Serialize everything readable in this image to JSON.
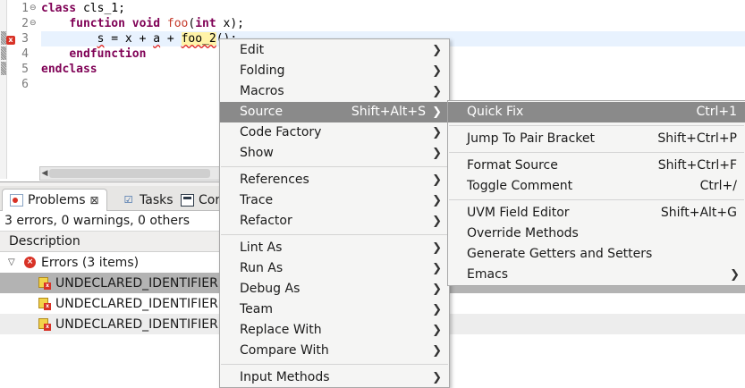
{
  "editor": {
    "line_numbers": [
      "1",
      "2",
      "3",
      "4",
      "5",
      "6"
    ],
    "lines": [
      [
        {
          "t": "class",
          "c": "kw"
        },
        {
          "t": " cls_1;",
          "c": ""
        }
      ],
      [
        {
          "t": "    ",
          "c": ""
        },
        {
          "t": "function",
          "c": "kw"
        },
        {
          "t": " ",
          "c": ""
        },
        {
          "t": "void",
          "c": "kw"
        },
        {
          "t": " ",
          "c": ""
        },
        {
          "t": "foo",
          "c": "fn"
        },
        {
          "t": "(",
          "c": ""
        },
        {
          "t": "int",
          "c": "kw"
        },
        {
          "t": " x);",
          "c": ""
        }
      ],
      [
        {
          "t": "        ",
          "c": ""
        },
        {
          "t": "s",
          "c": "err"
        },
        {
          "t": " = x + ",
          "c": ""
        },
        {
          "t": "a",
          "c": "err"
        },
        {
          "t": " + ",
          "c": ""
        },
        {
          "t": "foo_2",
          "c": "err warn-box"
        },
        {
          "t": "();",
          "c": ""
        }
      ],
      [
        {
          "t": "    ",
          "c": ""
        },
        {
          "t": "endfunction",
          "c": "kw"
        }
      ],
      [
        {
          "t": "endclass",
          "c": "kw"
        }
      ],
      []
    ]
  },
  "problems": {
    "tabs": [
      {
        "label": "Problems",
        "close": "⊠"
      },
      {
        "label": "Tasks"
      },
      {
        "label": "Con"
      }
    ],
    "summary": "3 errors, 0 warnings, 0 others",
    "column_header": "Description",
    "group": "Errors (3 items)",
    "rows": [
      {
        "text": "UNDECLARED_IDENTIFIER:"
      },
      {
        "text": "UNDECLARED_IDENTIFIER:"
      },
      {
        "text": "UNDECLARED_IDENTIFIER:"
      }
    ]
  },
  "context_menu": {
    "items": [
      {
        "label": "Edit"
      },
      {
        "label": "Folding"
      },
      {
        "label": "Macros"
      },
      {
        "label": "Source",
        "accel": "Shift+Alt+S"
      },
      {
        "label": "Code Factory"
      },
      {
        "label": "Show"
      },
      {
        "label": "References"
      },
      {
        "label": "Trace"
      },
      {
        "label": "Refactor"
      },
      {
        "label": "Lint As"
      },
      {
        "label": "Run As"
      },
      {
        "label": "Debug As"
      },
      {
        "label": "Team"
      },
      {
        "label": "Replace With"
      },
      {
        "label": "Compare With"
      },
      {
        "label": "Input Methods"
      }
    ]
  },
  "source_submenu": {
    "items": [
      {
        "label": "Quick Fix",
        "accel": "Ctrl+1"
      },
      {
        "label": "Jump To Pair Bracket",
        "accel": "Shift+Ctrl+P"
      },
      {
        "label": "Format Source",
        "accel": "Shift+Ctrl+F"
      },
      {
        "label": "Toggle Comment",
        "accel": "Ctrl+/"
      },
      {
        "label": "UVM Field Editor",
        "accel": "Shift+Alt+G"
      },
      {
        "label": "Override Methods",
        "accel": ""
      },
      {
        "label": "Generate Getters and Setters",
        "accel": ""
      },
      {
        "label": "Emacs",
        "accel": ""
      }
    ]
  },
  "icons": {
    "submenu_arrow": "chevron-right-icon",
    "fold": "fold-toggle-icon",
    "error": "error-icon"
  },
  "colors": {
    "keyword": "#7f0055",
    "function_name": "#c53a2a",
    "error": "#d83226",
    "menu_highlight": "#8a8a8a",
    "current_line": "#e8f2fe"
  }
}
